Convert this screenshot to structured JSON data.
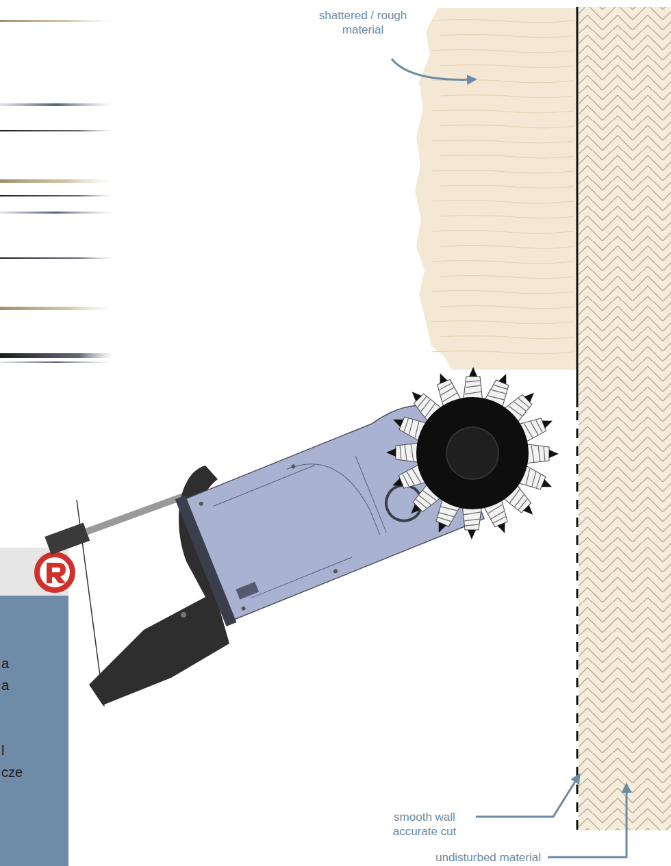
{
  "diagram": {
    "nodes": [
      {
        "text": [
          "a",
          "a",
          "l",
          "cze"
        ]
      }
    ],
    "labels": [
      "shattered / rough material",
      "smooth wall accurate cut",
      "undisturbed material"
    ]
  }
}
